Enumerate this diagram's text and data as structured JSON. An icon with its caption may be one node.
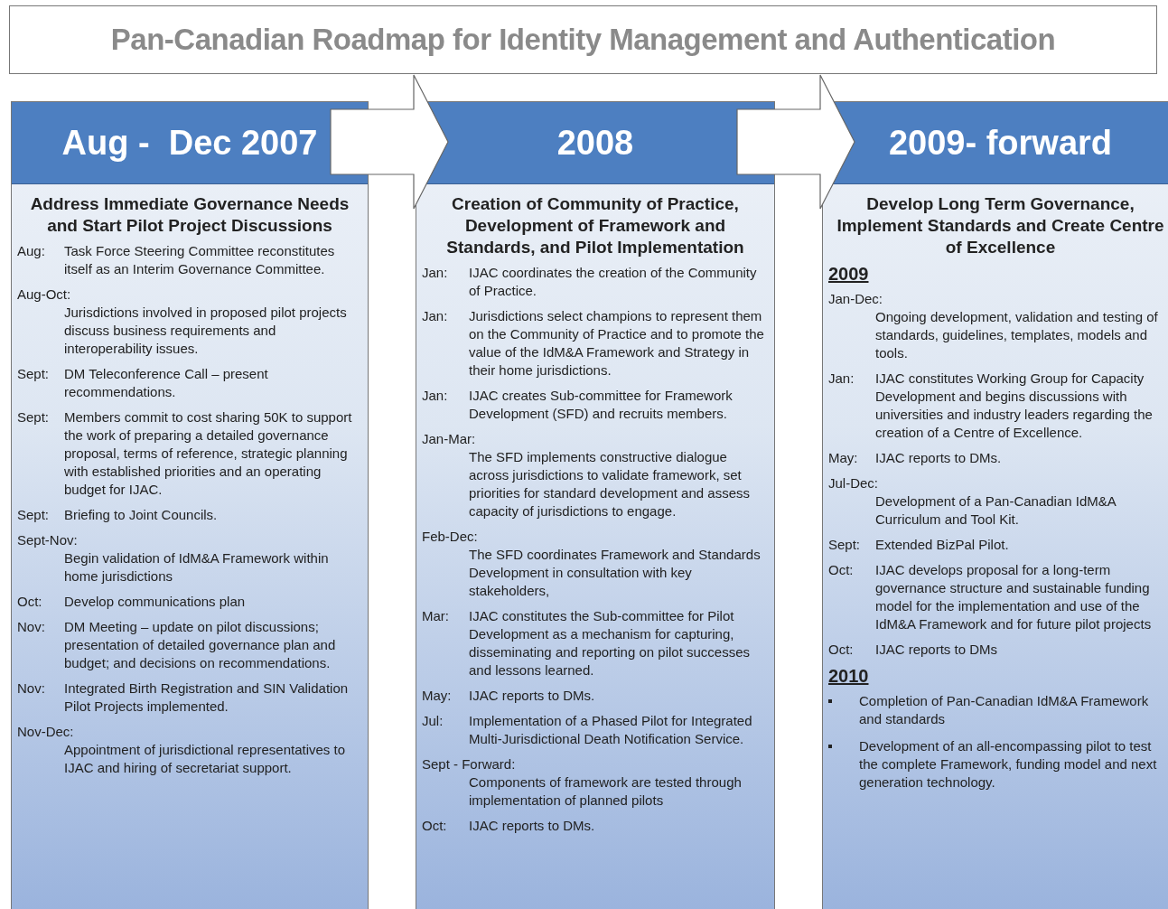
{
  "diagram": {
    "title": "Pan-Canadian Roadmap for Identity Management and Authentication",
    "nodes": [
      {
        "text": [
          "Aug -  Dec 2007",
          "Address Immediate Governance Needs and Start Pilot Project Discussions",
          "Aug:",
          "Task Force Steering Committee reconstitutes itself as an Interim Governance Committee.",
          "Aug-Oct:",
          "Jurisdictions involved in proposed pilot projects discuss business requirements and interoperability issues.",
          "Sept:",
          "DM Teleconference Call – present recommendations.",
          "Sept:",
          "Members commit to cost sharing 50K to support the work of preparing a detailed governance proposal, terms of reference, strategic planning with established priorities and an operating budget for IJAC.",
          "Sept:",
          "Briefing to Joint Councils.",
          "Sept-Nov:",
          "Begin validation of IdM&A Framework within home jurisdictions",
          "Oct:",
          "Develop communications plan",
          "Nov:",
          "DM Meeting – update on pilot discussions; presentation of detailed governance plan and budget; and decisions on recommendations.",
          "Nov:",
          "Integrated Birth Registration and SIN Validation Pilot Projects implemented.",
          "Nov-Dec:",
          "Appointment of jurisdictional representatives to IJAC and hiring of secretariat support."
        ]
      },
      {
        "text": [
          "2008",
          "Creation of Community of Practice, Development of Framework and Standards, and Pilot Implementation",
          "Jan:",
          "IJAC coordinates the creation of the Community of Practice.",
          "Jan:",
          "Jurisdictions select champions to represent them on the Community of Practice and to promote the value of the IdM&A Framework and Strategy in their home jurisdictions.",
          "Jan:",
          "IJAC creates Sub-committee for Framework Development (SFD) and recruits members.",
          "Jan-Mar:",
          "The SFD implements constructive dialogue across jurisdictions to validate framework, set priorities for standard development and assess  capacity of jurisdictions to engage.",
          "Feb-Dec:",
          "The SFD coordinates Framework and Standards Development in consultation with key stakeholders,",
          "Mar:",
          "IJAC constitutes the Sub-committee for Pilot Development as a mechanism for capturing, disseminating and reporting on pilot successes and lessons learned.",
          "May:",
          "IJAC reports to DMs.",
          "Jul:",
          "Implementation of a Phased Pilot for Integrated Multi-Jurisdictional Death Notification Service.",
          "Sept - Forward:",
          "Components of framework are tested through implementation of planned pilots",
          "Oct:",
          "IJAC reports to DMs."
        ]
      },
      {
        "text": [
          "2009- forward",
          "Develop Long Term Governance, Implement Standards and Create Centre of Excellence",
          "2009",
          "Jan-Dec:",
          "Ongoing development, validation and testing of standards, guidelines, templates, models and tools.",
          "Jan:",
          "IJAC constitutes Working Group for Capacity Development and begins discussions with universities and industry leaders regarding the creation of a Centre of Excellence.",
          "May:",
          "IJAC reports to DMs.",
          "Jul-Dec:",
          "Development of a Pan-Canadian IdM&A Curriculum and Tool Kit.",
          "Sept:",
          "Extended BizPal Pilot.",
          "Oct:",
          "IJAC develops proposal for a long-term governance structure and sustainable funding model for the implementation and use of the IdM&A Framework and for future pilot projects",
          "Oct:",
          "IJAC reports to DMs",
          "2010",
          "Completion of Pan-Canadian IdM&A Framework and standards",
          "Development of an all-encompassing pilot to test the complete Framework, funding model and next generation technology."
        ]
      }
    ],
    "edges": [
      {
        "from": 0,
        "to": 1,
        "arrow": "to"
      },
      {
        "from": 1,
        "to": 2,
        "arrow": "to"
      }
    ]
  }
}
